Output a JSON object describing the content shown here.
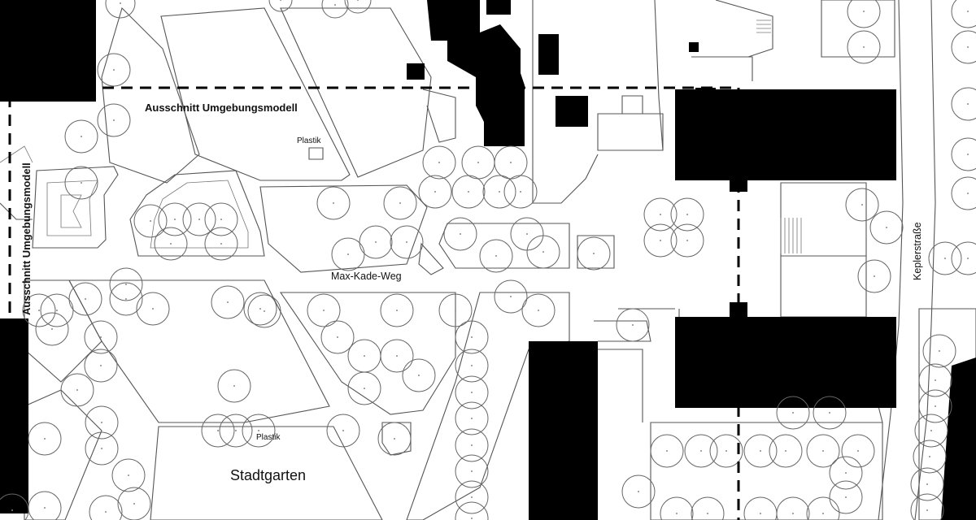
{
  "map": {
    "labels": {
      "cutout_horizontal": "Ausschnitt Umgebungsmodell",
      "cutout_vertical": "Ausschnitt Umgebungsmodell",
      "plastik_1": "Plastik",
      "plastik_2": "Plastik",
      "max_kade_weg": "Max-Kade-Weg",
      "stadtgarten": "Stadtgarten",
      "keplerstrasse": "Keplerstraße"
    },
    "colors": {
      "building": "#000000",
      "background": "#ffffff",
      "linework": "#555555"
    }
  }
}
